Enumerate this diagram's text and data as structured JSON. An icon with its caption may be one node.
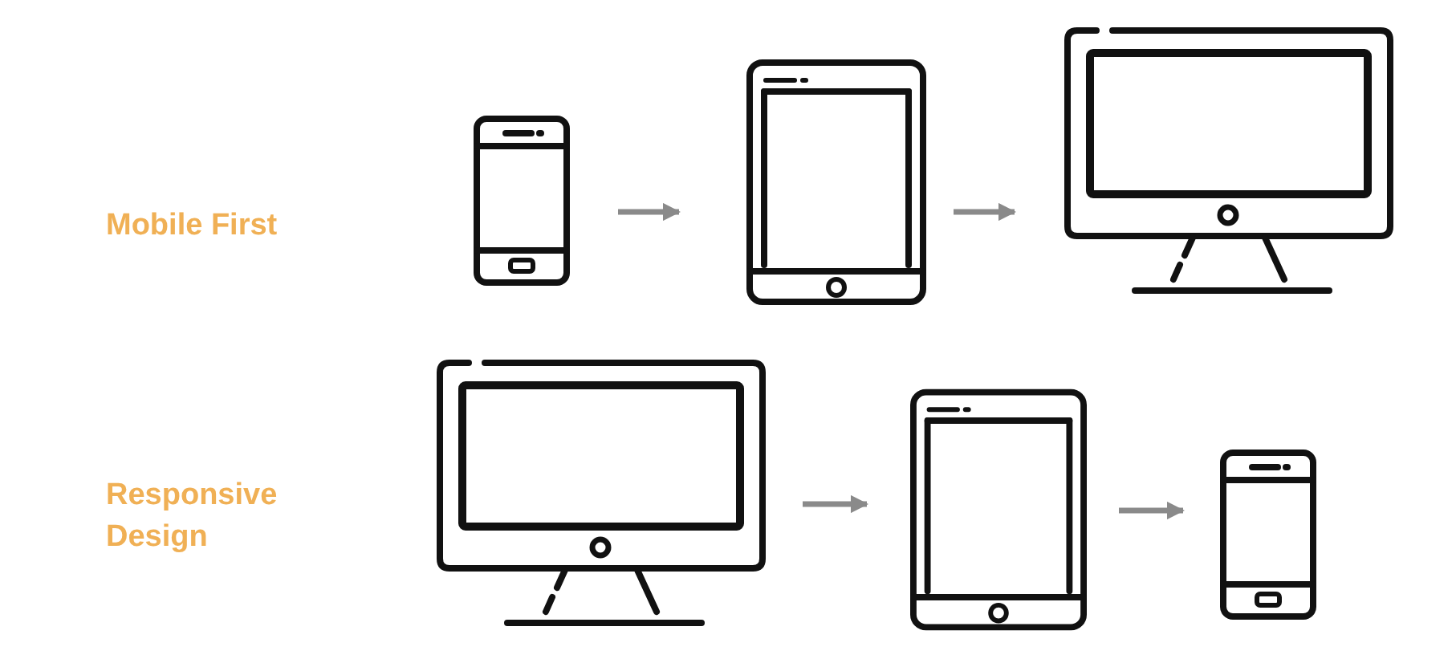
{
  "diagram": {
    "nodes": [
      {
        "text": [],
        "shape": "picture"
      },
      {
        "text": [],
        "shape": "picture"
      },
      {
        "text": [],
        "shape": "picture"
      },
      {
        "text": [],
        "shape": "picture"
      },
      {
        "text": [],
        "shape": "picture"
      },
      {
        "text": [],
        "shape": "picture"
      }
    ],
    "edges": [
      {
        "from": 0,
        "to": 1,
        "arrow": "to"
      },
      {
        "from": 1,
        "to": 2,
        "arrow": "to"
      },
      {
        "from": 3,
        "to": 4,
        "arrow": "to"
      },
      {
        "from": 4,
        "to": 5,
        "arrow": "to"
      }
    ],
    "labels": [
      "Mobile First",
      "Responsive Design"
    ]
  }
}
